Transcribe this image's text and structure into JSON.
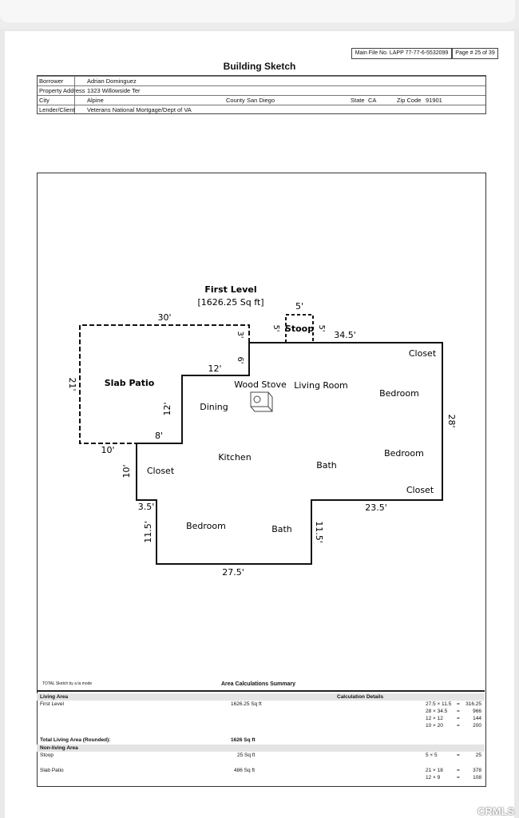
{
  "file_info": {
    "file_no": "Main File No. LAPP 77-77-6-5532099",
    "page": "Page # 25 of 39"
  },
  "title": "Building Sketch",
  "header": {
    "borrower_label": "Borrower",
    "borrower": "Adrian Dominguez",
    "address_label": "Property Address",
    "address": "1323 Willowside Ter",
    "city_label": "City",
    "city": "Alpine",
    "county_label": "County",
    "county": "San Diego",
    "state_label": "State",
    "state": "CA",
    "zip_label": "Zip Code",
    "zip": "91901",
    "lender_label": "Lender/Client",
    "lender": "Veterans National Mortgage/Dept of VA"
  },
  "sketch": {
    "level_title": "First Level",
    "level_area": "[1626.25 Sq ft]",
    "dimensions": {
      "top_patio": "30'",
      "stoop_w": "5'",
      "stoop_h_left": "5'",
      "stoop_h_right": "5'",
      "step_3": "3'",
      "step_6": "6'",
      "step_12h": "12'",
      "step_12v": "12'",
      "step_8": "8'",
      "patio_21": "21'",
      "step_10h": "10'",
      "step_10v": "10'",
      "top_345": "34.5'",
      "right_28": "28'",
      "step_235": "23.5'",
      "step_115_right": "11.5'",
      "bottom_275": "27.5'",
      "left_115": "11.5'",
      "step_35": "3.5'"
    },
    "rooms": {
      "slab_patio": "Slab Patio",
      "stoop": "Stoop",
      "wood_stove": "Wood Stove",
      "living_room": "Living Room",
      "closet_top": "Closet",
      "bedroom_1": "Bedroom",
      "dining": "Dining",
      "kitchen": "Kitchen",
      "bath_1": "Bath",
      "bedroom_2": "Bedroom",
      "closet_left": "Closet",
      "closet_right": "Closet",
      "bedroom_3": "Bedroom",
      "bath_2": "Bath"
    }
  },
  "summary": {
    "sketch_note": "TOTAL Sketch by a la mode",
    "title": "Area Calculations Summary",
    "living_area_label": "Living Area",
    "calc_details_label": "Calculation Details",
    "first_level_label": "First Level",
    "first_level_value": "1626.25 Sq ft",
    "first_level_calcs": [
      {
        "expr": "27.5 × 11.5",
        "eq": "=",
        "val": "316.25"
      },
      {
        "expr": "28 × 34.5",
        "eq": "=",
        "val": "966"
      },
      {
        "expr": "12 × 12",
        "eq": "=",
        "val": "144"
      },
      {
        "expr": "10 × 20",
        "eq": "=",
        "val": "200"
      }
    ],
    "total_label": "Total Living Area (Rounded):",
    "total_value": "1626 Sq ft",
    "non_living_label": "Non-living Area",
    "stoop_label": "Stoop",
    "stoop_value": "25 Sq ft",
    "stoop_calc": {
      "expr": "5 × 5",
      "eq": "=",
      "val": "25"
    },
    "patio_label": "Slab Patio",
    "patio_value": "486 Sq ft",
    "patio_calcs": [
      {
        "expr": "21 × 18",
        "eq": "=",
        "val": "378"
      },
      {
        "expr": "12 × 9",
        "eq": "=",
        "val": "108"
      }
    ]
  },
  "watermark": "CRMLS"
}
